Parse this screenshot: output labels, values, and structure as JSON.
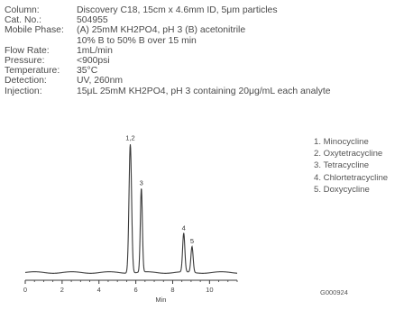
{
  "conditions": [
    {
      "label": "Column:",
      "value": "Discovery C18, 15cm x 4.6mm ID, 5μm particles"
    },
    {
      "label": "Cat. No.:",
      "value": "504955"
    },
    {
      "label": "Mobile Phase:",
      "value": "(A) 25mM KH2PO4, pH 3 (B) acetonitrile",
      "continuation": "10% B to 50% B over 15 min"
    },
    {
      "label": "Flow Rate:",
      "value": "1mL/min"
    },
    {
      "label": "Pressure:",
      "value": "<900psi"
    },
    {
      "label": "Temperature:",
      "value": "35°C"
    },
    {
      "label": "Detection:",
      "value": "UV, 260nm"
    },
    {
      "label": "Injection:",
      "value": "15μL 25mM KH2PO4, pH 3 containing 20μg/mL each analyte"
    }
  ],
  "legend": [
    "1. Minocycline",
    "2. Oxytetracycline",
    "3. Tetracycline",
    "4. Chlortetracycline",
    "5. Doxycycline"
  ],
  "figure_code": "G000924",
  "colors": {
    "trace": "#3a3a3a",
    "text": "#4a4a4a"
  },
  "chart_data": {
    "type": "line",
    "xlabel": "Min",
    "ylabel": "",
    "xlim": [
      0,
      11.5
    ],
    "ylim": [
      0,
      100
    ],
    "x_ticks": [
      0,
      2,
      4,
      6,
      8,
      10
    ],
    "baseline": 6,
    "peaks": [
      {
        "label": "1,2",
        "rt": 5.7,
        "height": 100,
        "width": 0.07
      },
      {
        "label": "3",
        "rt": 6.3,
        "height": 65,
        "width": 0.055
      },
      {
        "label": "4",
        "rt": 8.6,
        "height": 30,
        "width": 0.06
      },
      {
        "label": "5",
        "rt": 9.05,
        "height": 20,
        "width": 0.06
      }
    ]
  }
}
